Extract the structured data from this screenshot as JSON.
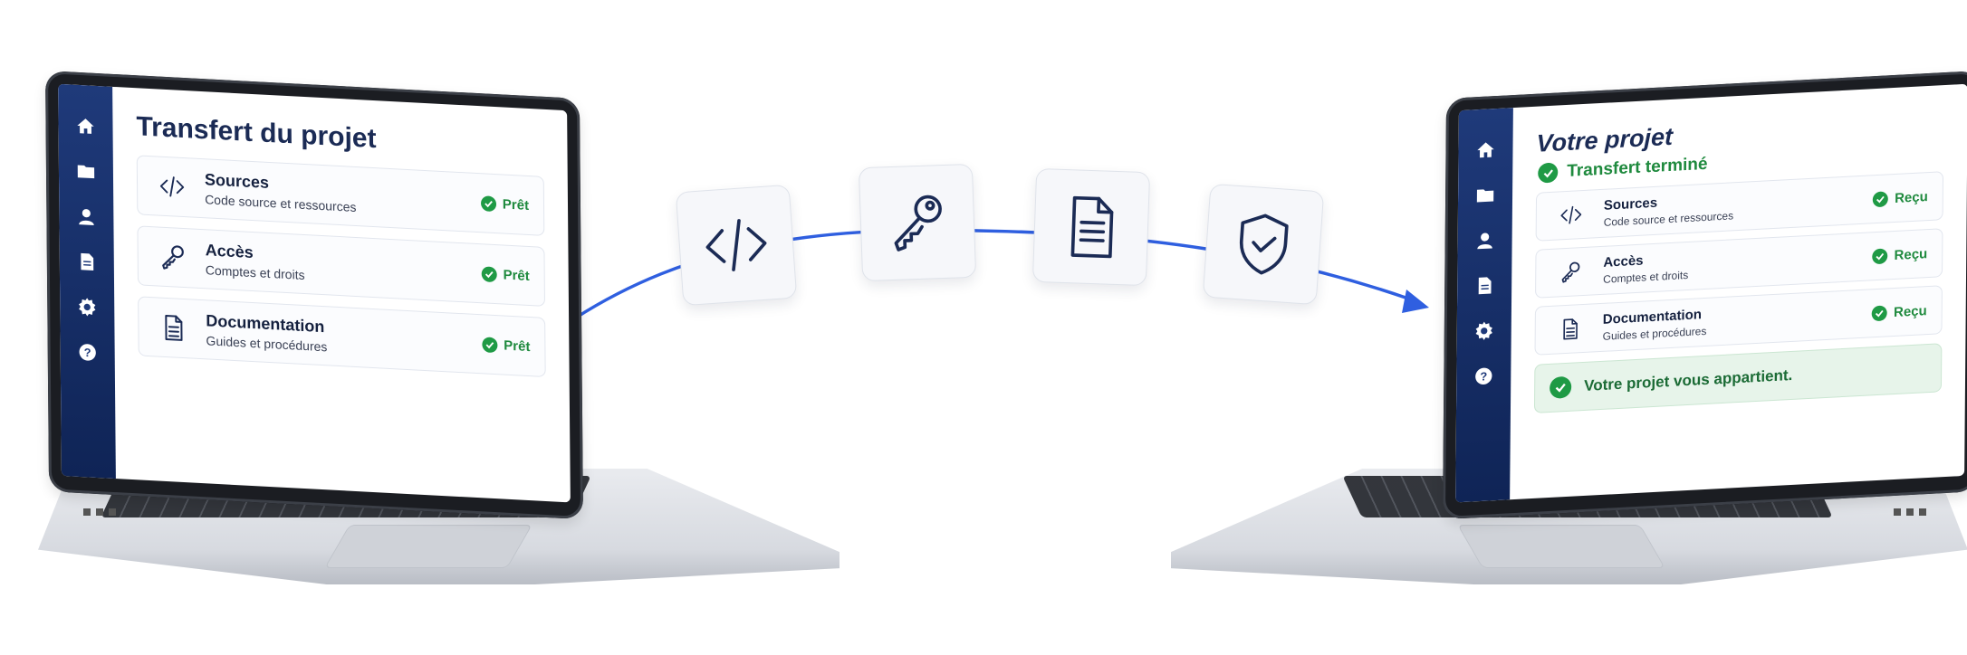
{
  "source_laptop": {
    "title": "Transfert du projet",
    "items": [
      {
        "title": "Sources",
        "subtitle": "Code source et ressources",
        "status": "Prêt",
        "icon": "code-icon"
      },
      {
        "title": "Accès",
        "subtitle": "Comptes et droits",
        "status": "Prêt",
        "icon": "key-icon"
      },
      {
        "title": "Documentation",
        "subtitle": "Guides et procédures",
        "status": "Prêt",
        "icon": "document-icon"
      }
    ],
    "sidebar_icons": [
      "home-icon",
      "folder-icon",
      "user-icon",
      "file-icon",
      "gear-icon",
      "help-icon"
    ]
  },
  "target_laptop": {
    "title": "Votre projet",
    "status_message": "Transfert terminé",
    "items": [
      {
        "title": "Sources",
        "subtitle": "Code source et ressources",
        "status": "Reçu",
        "icon": "code-icon"
      },
      {
        "title": "Accès",
        "subtitle": "Comptes et droits",
        "status": "Reçu",
        "icon": "key-icon"
      },
      {
        "title": "Documentation",
        "subtitle": "Guides et procédures",
        "status": "Reçu",
        "icon": "document-icon"
      }
    ],
    "banner_text": "Votre projet vous appartient.",
    "sidebar_icons": [
      "home-icon",
      "folder-icon",
      "user-icon",
      "file-icon",
      "gear-icon",
      "help-icon"
    ]
  },
  "transfer_tiles": [
    "code-icon",
    "key-icon",
    "document-icon",
    "shield-check-icon"
  ],
  "colors": {
    "sidebar": "#1f3a7a",
    "title": "#1b2b55",
    "success": "#1f9a45",
    "arc": "#2f5fe0",
    "banner_bg": "#e7f4ea"
  }
}
